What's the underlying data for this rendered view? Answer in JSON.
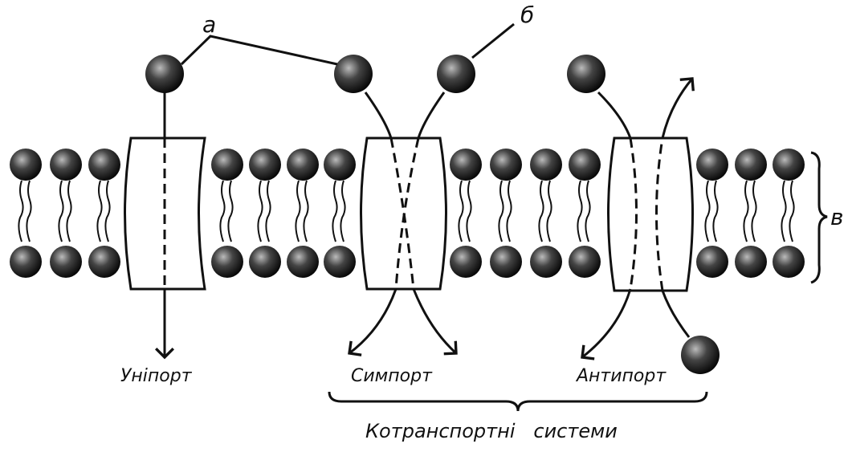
{
  "labels": {
    "a": "а",
    "b": "б",
    "v": "в",
    "uniport": "Уніпорт",
    "symport": "Симпорт",
    "antiport": "Антипорт",
    "cotransport": "Котранспортні   системи"
  },
  "colors": {
    "ink": "#111111",
    "background": "#ffffff"
  }
}
